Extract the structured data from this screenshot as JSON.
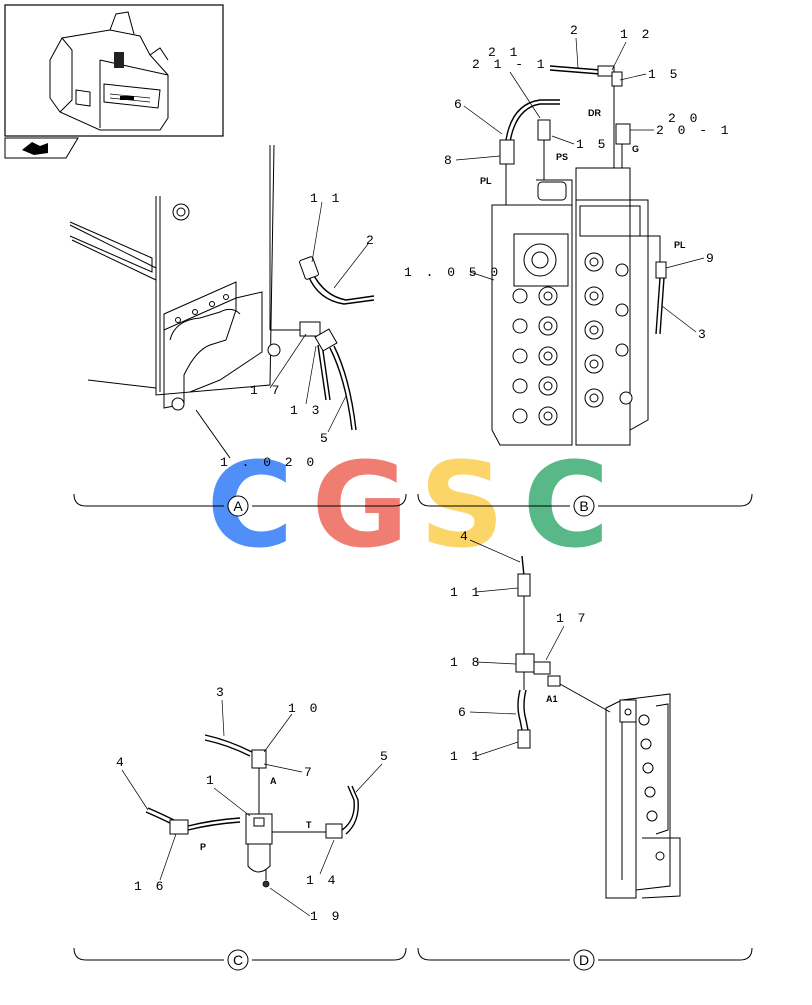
{
  "watermark": {
    "letters": [
      "C",
      "G",
      "S",
      "C"
    ],
    "colors": [
      "#4f8ff7",
      "#f07d72",
      "#fbd567",
      "#59b887"
    ]
  },
  "sections": {
    "A": {
      "letter": "A",
      "callouts": {
        "c11": "1 1",
        "c2": "2",
        "c17": "1 7",
        "c13": "1 3",
        "c5": "5",
        "ref": "1 . 0 2 0"
      }
    },
    "B": {
      "letter": "B",
      "callouts": {
        "c2": "2",
        "c12": "1 2",
        "c15a": "1 5",
        "c21": "2 1",
        "c21_1": "2 1 - 1",
        "c6": "6",
        "c15b": "1 5",
        "c20": "2 0",
        "c20_1": "2 0 - 1",
        "c8": "8",
        "c9": "9",
        "c3": "3",
        "ref": "1 . 0 5 0"
      },
      "tags": {
        "dr": "DR",
        "ps": "PS",
        "g": "G",
        "pl_left": "PL",
        "pl_right": "PL"
      }
    },
    "C": {
      "letter": "C",
      "callouts": {
        "c3": "3",
        "c10": "1 0",
        "c7": "7",
        "c4": "4",
        "c1": "1",
        "c5": "5",
        "c16": "1 6",
        "c14": "1 4",
        "c19": "1 9"
      },
      "tags": {
        "a": "A",
        "p": "P",
        "t": "T"
      }
    },
    "D": {
      "letter": "D",
      "callouts": {
        "c4": "4",
        "c11a": "1 1",
        "c17": "1 7",
        "c18": "1 8",
        "c6": "6",
        "c11b": "1 1"
      },
      "tags": {
        "a1": "A1"
      }
    }
  }
}
